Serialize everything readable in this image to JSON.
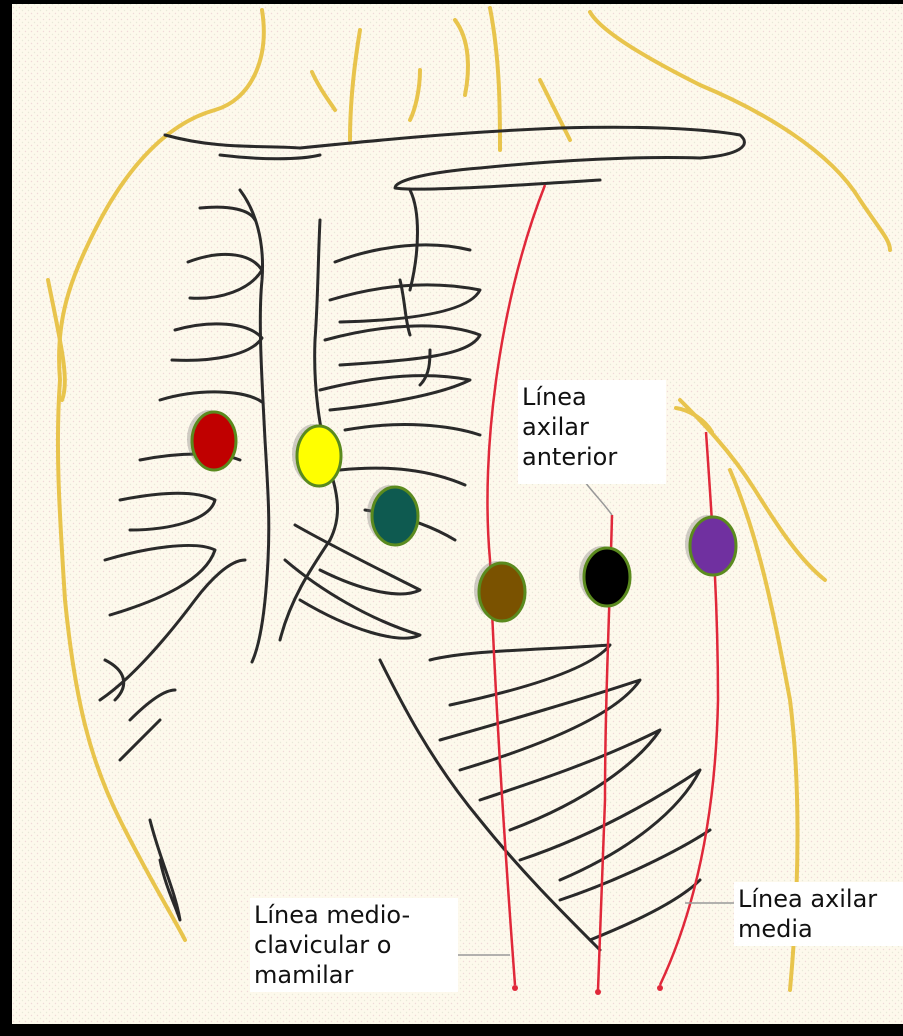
{
  "labels": {
    "axilar_anterior": "Línea\naxilar\nanterior",
    "axilar_media": "Línea axilar\nmedia",
    "medio_clavicular": "Línea medio-\nclavicular o\nmamilar"
  },
  "electrodes": [
    {
      "id": "V1",
      "color": "#c00000"
    },
    {
      "id": "V2",
      "color": "#ffff00"
    },
    {
      "id": "V3",
      "color": "#0e5a50"
    },
    {
      "id": "V4",
      "color": "#7a5200"
    },
    {
      "id": "V5",
      "color": "#000000"
    },
    {
      "id": "V6",
      "color": "#7030a0"
    }
  ],
  "colors": {
    "background": "#fdf9ec",
    "outline": "#e8c44c",
    "bone": "#2a2a2a",
    "reference_line": "#e0283a",
    "electrode_border": "#5a8a1e",
    "frame": "#000000"
  }
}
